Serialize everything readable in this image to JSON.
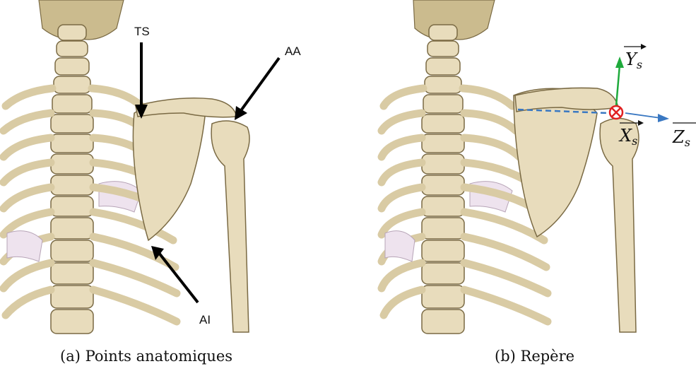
{
  "panel_a": {
    "caption": "(a) Points anatomiques",
    "labels": {
      "ts": "TS",
      "aa": "AA",
      "ai": "AI"
    }
  },
  "panel_b": {
    "caption": "(b) Repère",
    "axes": {
      "y": {
        "letter": "Y",
        "sub": "s",
        "color": "#1faa3c"
      },
      "x": {
        "letter": "X",
        "sub": "s",
        "color": "#111111"
      },
      "z": {
        "letter": "Z",
        "sub": "s",
        "color": "#3a78c2"
      }
    },
    "origin_marker_color": "#e02020",
    "dashed_line_color": "#3a78c2"
  }
}
